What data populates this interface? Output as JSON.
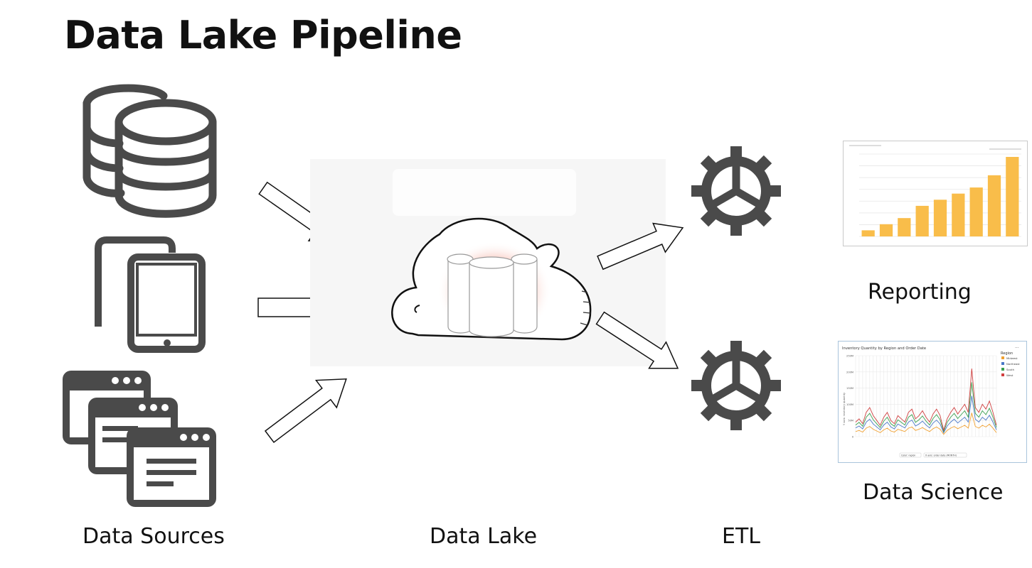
{
  "diagram": {
    "title": "Data Lake Pipeline",
    "labels": {
      "sources": "Data Sources",
      "lake": "Data Lake",
      "etl": "ETL",
      "reporting": "Reporting",
      "science": "Data Science"
    },
    "colors": {
      "icon": "#4a4a4a",
      "bar": "#f9bd4a",
      "arrow_stroke": "#111111"
    },
    "reporting_bars": [
      1,
      2,
      3,
      5,
      6,
      7,
      8,
      10,
      13
    ],
    "science_chart": {
      "title": "Inventory Quantity by Region and Order Date",
      "legend_title": "Region",
      "legend": [
        "Midwest",
        "Northeast",
        "South",
        "West"
      ],
      "series_colors": [
        "#f0a030",
        "#4a78c8",
        "#3aa050",
        "#d04040"
      ],
      "yticks": [
        "250M",
        "200M",
        "150M",
        "100M",
        "50M",
        "0"
      ],
      "ylabel": "Y axis: inventory quantity",
      "controls": [
        "Color: region",
        "X axis: order date (MONTH)"
      ]
    }
  }
}
